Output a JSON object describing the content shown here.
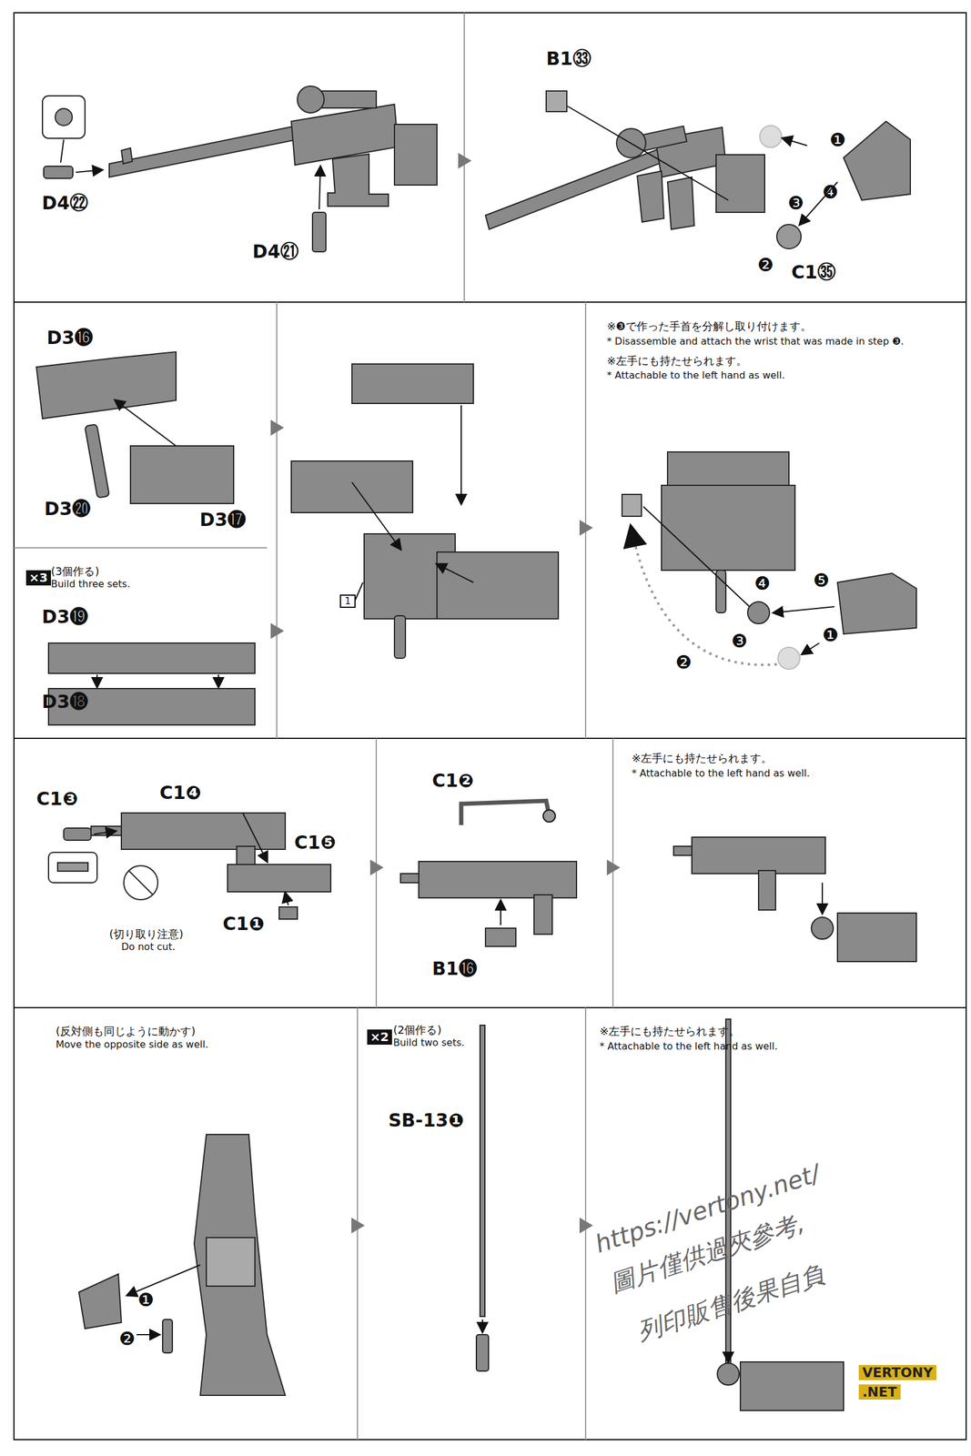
{
  "diagram": {
    "labels": [
      "D4㉒",
      "D4㉑",
      "B1㉝",
      "C1㉟",
      "❶",
      "❷",
      "❸",
      "❹",
      "D3⓰",
      "D3⓴",
      "D3⓱",
      "×3",
      "(3個作る)",
      "Build three sets.",
      "D3⓳",
      "D3⓲",
      "1",
      "※❸で作った手首を分解し取り付けます。",
      "* Disassemble and attach the wrist that was made in step ❸.",
      "※左手にも持たせられます。",
      "* Attachable to the left hand as well.",
      "❹",
      "❺",
      "❸",
      "❷",
      "❶",
      "C1❸",
      "C1❹",
      "C1❺",
      "C1❶",
      "(切り取り注意)",
      "Do not cut.",
      "C1❷",
      "B1⓰",
      "※左手にも持たせられます。",
      "* Attachable to the left hand as well.",
      "(反対側も同じように動かす)",
      "Move the opposite side as well.",
      "❶",
      "❷",
      "×2",
      "(2個作る)",
      "Build two sets.",
      "SB-13❶",
      "※左手にも持たせられます。",
      "* Attachable to the left hand as well.",
      "https://vertony.net/",
      "圖片僅供過夾參考,",
      "列印販售後果自負",
      "VERTONY",
      ".NET"
    ]
  }
}
